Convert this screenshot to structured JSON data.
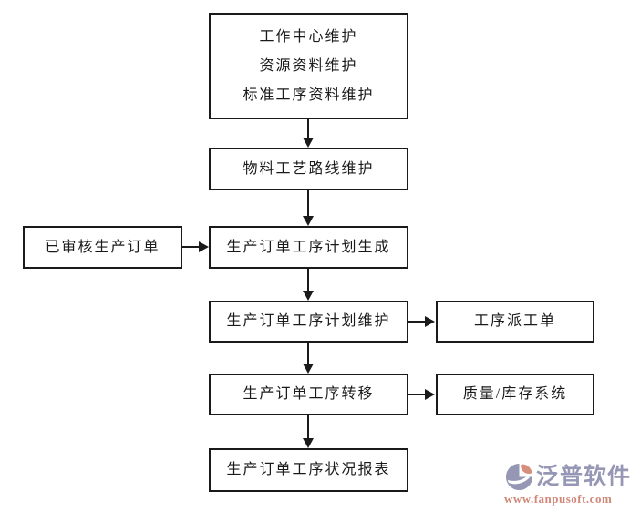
{
  "flowchart": {
    "nodes": {
      "master_data": {
        "lines": [
          "工作中心维护",
          "资源资料维护",
          "标准工序资料维护"
        ]
      },
      "routing": {
        "label": "物料工艺路线维护"
      },
      "approved_order": {
        "label": "已审核生产订单"
      },
      "plan_generation": {
        "label": "生产订单工序计划生成"
      },
      "plan_maintenance": {
        "label": "生产订单工序计划维护"
      },
      "dispatch_order": {
        "label": "工序派工单"
      },
      "operation_transfer": {
        "label": "生产订单工序转移"
      },
      "quality_inventory": {
        "label": "质量/库存系统"
      },
      "status_report": {
        "label": "生产订单工序状况报表"
      }
    },
    "line_color": "#1a1a1a",
    "box_background": "#ffffff"
  },
  "branding": {
    "logo_text": "泛普软件",
    "logo_url": "www.fanpusoft.com",
    "primary_color": "#9697b4",
    "accent_color": "#d88e7d"
  }
}
